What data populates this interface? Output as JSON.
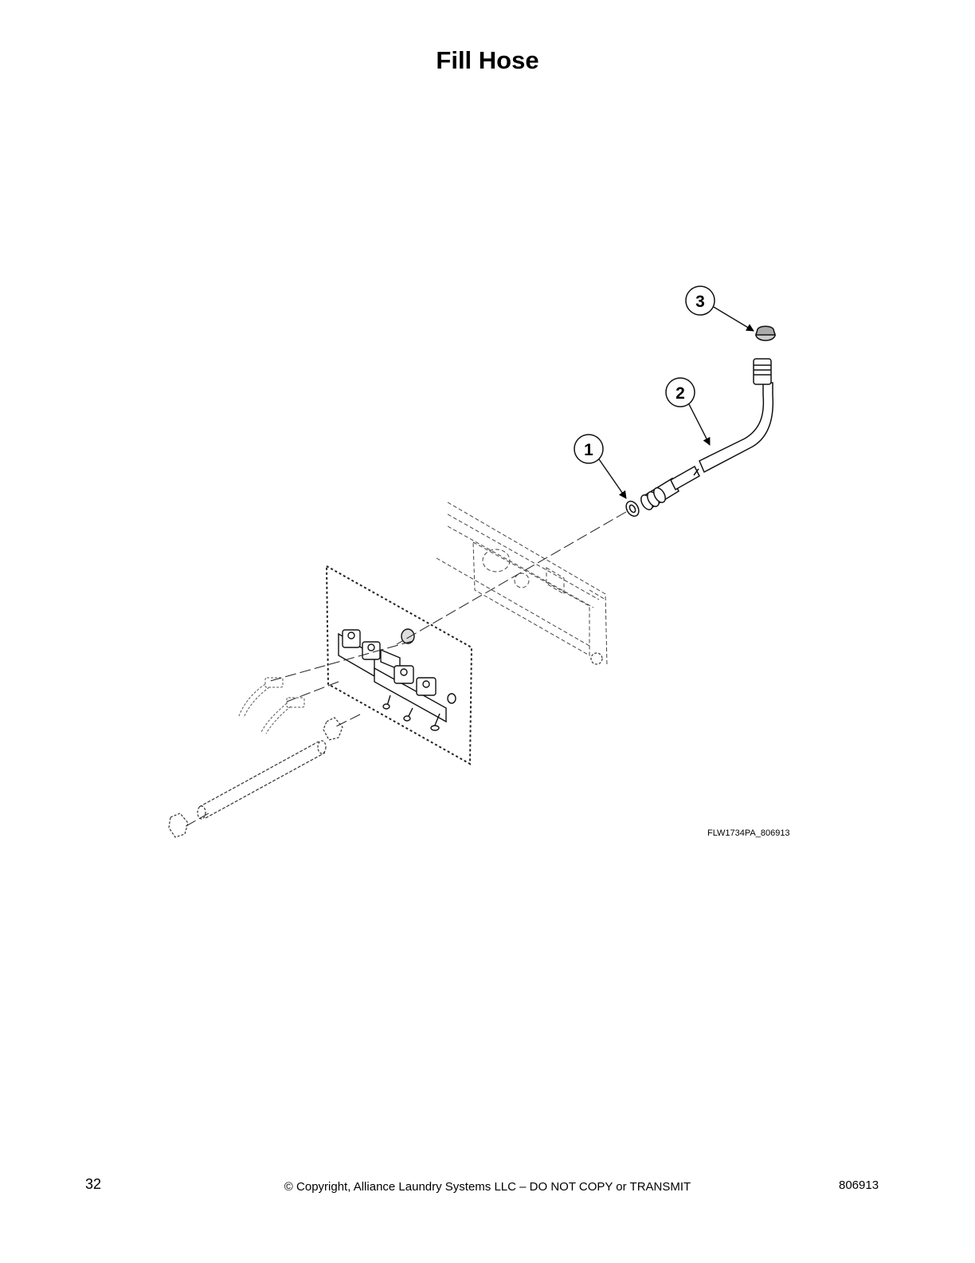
{
  "title": "Fill Hose",
  "figure": {
    "code": "FLW1734PA_806913",
    "callouts": [
      {
        "number": "1",
        "part": "washer"
      },
      {
        "number": "2",
        "part": "fill hose"
      },
      {
        "number": "3",
        "part": "screen"
      }
    ]
  },
  "footer": {
    "page_number": "32",
    "copyright": "© Copyright, Alliance Laundry Systems LLC – DO NOT COPY or TRANSMIT",
    "doc_number": "806913"
  }
}
